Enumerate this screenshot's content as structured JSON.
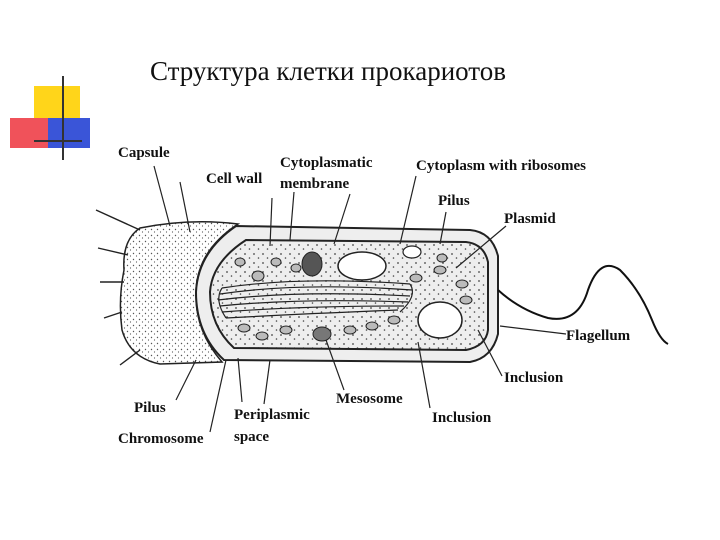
{
  "slide": {
    "title": "Структура клетки прокариотов",
    "accent_colors": {
      "yellow": "#ffd51a",
      "red": "#f0525a",
      "blue": "#3a55d8"
    }
  },
  "diagram": {
    "labels": {
      "capsule": "Capsule",
      "cell_wall": "Cell wall",
      "cytoplasmatic": "Cytoplasmatic",
      "membrane": "membrane",
      "cytoplasm": "Cytoplasm with ribosomes",
      "pilus_top": "Pilus",
      "plasmid": "Plasmid",
      "flagellum": "Flagellum",
      "inclusion_right": "Inclusion",
      "inclusion_bottom": "Inclusion",
      "mesosome": "Mesosome",
      "periplasmic": "Periplasmic",
      "space": "space",
      "pilus_left": "Pilus",
      "chromosome": "Chromosome"
    }
  }
}
